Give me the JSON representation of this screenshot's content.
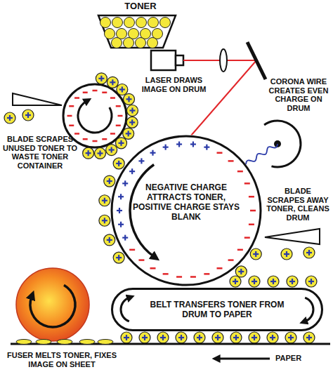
{
  "diagram": {
    "nodes": [
      {
        "text": [
          "NEGATIVE CHARGE ATTRACTS TONER, POSITIVE CHARGE STAYS BLANK"
        ]
      },
      {
        "text": [
          "BELT TRANSFERS TONER FROM DRUM TO PAPER"
        ]
      }
    ],
    "labels": [
      "TONER",
      "LASER DRAWS IMAGE ON DRUM",
      "CORONA WIRE CREATES EVEN CHARGE ON DRUM",
      "BLADE SCRAPES UNUSED TONER TO WASTE TONER CONTAINER",
      "BLADE SCRAPES AWAY TONER, CLEANS DRUM",
      "PAPER",
      "FUSER MELTS TONER, FIXES IMAGE ON SHEET"
    ]
  }
}
